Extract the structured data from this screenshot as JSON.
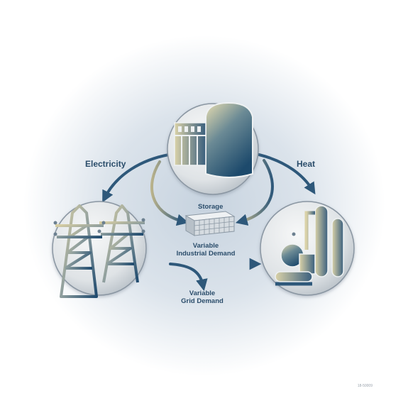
{
  "labels": {
    "electricity": "Electricity",
    "heat": "Heat",
    "storage": "Storage",
    "industrial_line1": "Variable",
    "industrial_line2": "Industrial Demand",
    "grid_line1": "Variable",
    "grid_line2": "Grid Demand"
  },
  "figure_code": "18-50009",
  "colors": {
    "arrow": "#2e587a",
    "text": "#2b4d6b",
    "halo": "#d3dde7"
  },
  "icons": [
    "nuclear-plant-icon",
    "transmission-tower-icon",
    "industrial-plant-icon",
    "storage-battery-icon"
  ]
}
